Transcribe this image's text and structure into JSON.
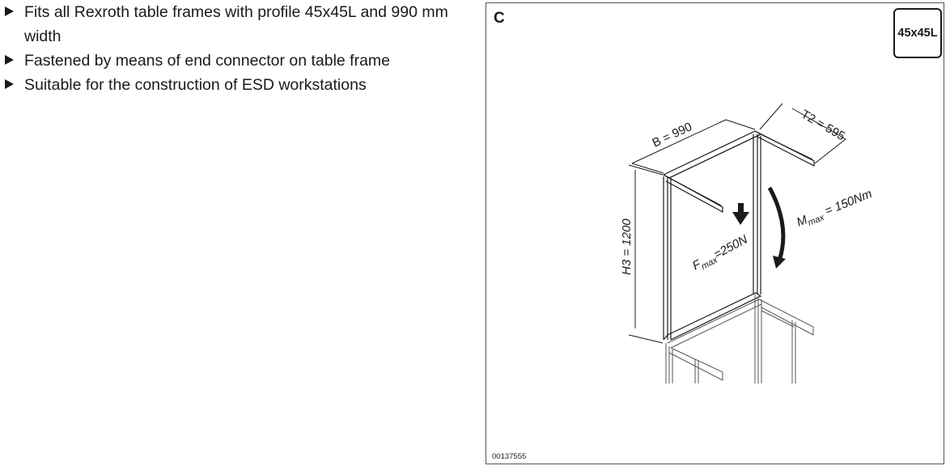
{
  "bullets": [
    "Fits all Rexroth table frames with profile 45x45L and 990 mm width",
    "Fastened by means of end connector on table frame",
    "Suitable for the construction of ESD workstations"
  ],
  "figure": {
    "letter": "C",
    "badge": "45x45L",
    "code": "00137555",
    "dims": {
      "width": "B = 990",
      "depth": "T2 = 595",
      "height": "H3 = 1200",
      "force_main": "F",
      "force_sub": "max",
      "force_val": "=250N",
      "moment_main": "M",
      "moment_sub": "max",
      "moment_val": " = 150Nm"
    }
  }
}
